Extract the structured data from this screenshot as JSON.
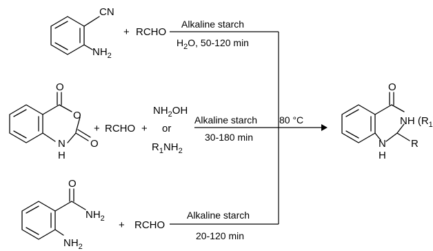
{
  "reaction_1": {
    "reagent_sub": {
      "cn": "CN",
      "nh": "NH",
      "nh_sub": "2"
    },
    "plus": "+",
    "aldehyde": "RCHO",
    "condition_top": "Alkaline starch",
    "condition_bottom": {
      "pre": "H",
      "sub": "2",
      "post": "O, 50-120 min"
    }
  },
  "reaction_2": {
    "atoms": {
      "o_top": "O",
      "o_ring": "O",
      "o_side": "O",
      "nh": "N",
      "h": "H"
    },
    "plus_1": "+",
    "aldehyde": "RCHO",
    "plus_2": "+",
    "amine_1": {
      "pre": "NH",
      "sub": "2",
      "post": "OH"
    },
    "or": "or",
    "amine_2": {
      "r": "R",
      "r_sub": "1",
      "mid": "NH",
      "sub": "2"
    },
    "condition_top": "Alkaline starch",
    "condition_bottom": "30-180 min",
    "temperature": "80 °C"
  },
  "reaction_3": {
    "atoms": {
      "o": "O",
      "nh2": "NH",
      "nh2_sub": "2",
      "nh2b": "NH",
      "nh2b_sub": "2"
    },
    "plus": "+",
    "aldehyde": "RCHO",
    "condition_top": "Alkaline starch",
    "condition_bottom": "20-120 min"
  },
  "product": {
    "o": "O",
    "nh_r1": {
      "pre": "NH (R",
      "sub": "1",
      "post": ")"
    },
    "n1": "N",
    "h1": "H",
    "r": "R"
  }
}
